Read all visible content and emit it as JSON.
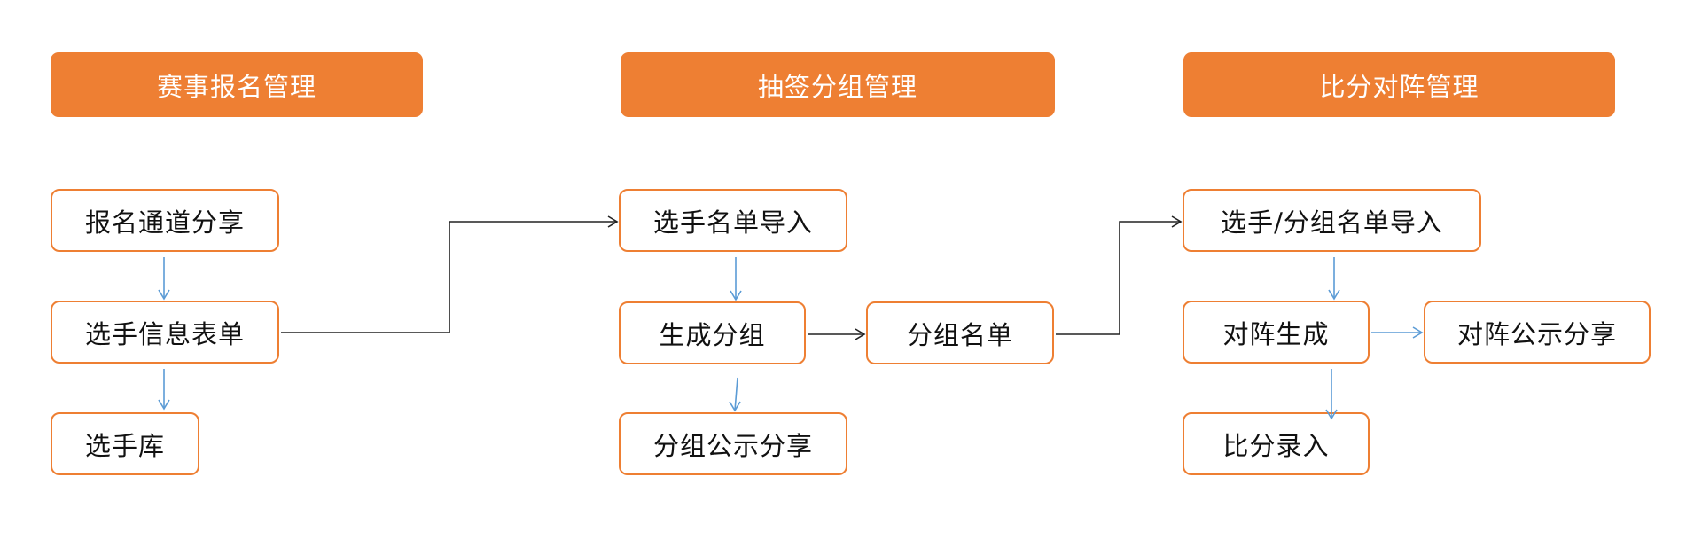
{
  "colors": {
    "header_fill": "#ee7f33",
    "node_border": "#ee7f33",
    "vertical_arrow": "#5b9bd5",
    "cross_arrow": "#222222"
  },
  "sections": [
    {
      "title": "赛事报名管理",
      "nodes": [
        "报名通道分享",
        "选手信息表单",
        "选手库"
      ]
    },
    {
      "title": "抽签分组管理",
      "nodes": [
        "选手名单导入",
        "生成分组",
        "分组名单",
        "分组公示分享"
      ]
    },
    {
      "title": "比分对阵管理",
      "nodes": [
        "选手/分组名单导入",
        "对阵生成",
        "对阵公示分享",
        "比分录入"
      ]
    }
  ],
  "edges": [
    {
      "from": "报名通道分享",
      "to": "选手信息表单",
      "style": "blue"
    },
    {
      "from": "选手信息表单",
      "to": "选手库",
      "style": "blue"
    },
    {
      "from": "选手信息表单",
      "to": "选手名单导入",
      "style": "black"
    },
    {
      "from": "选手名单导入",
      "to": "生成分组",
      "style": "blue"
    },
    {
      "from": "生成分组",
      "to": "分组名单",
      "style": "black"
    },
    {
      "from": "生成分组",
      "to": "分组公示分享",
      "style": "blue"
    },
    {
      "from": "分组名单",
      "to": "选手/分组名单导入",
      "style": "black"
    },
    {
      "from": "选手/分组名单导入",
      "to": "对阵生成",
      "style": "blue"
    },
    {
      "from": "对阵生成",
      "to": "对阵公示分享",
      "style": "blue"
    },
    {
      "from": "对阵生成",
      "to": "比分录入",
      "style": "blue"
    }
  ]
}
